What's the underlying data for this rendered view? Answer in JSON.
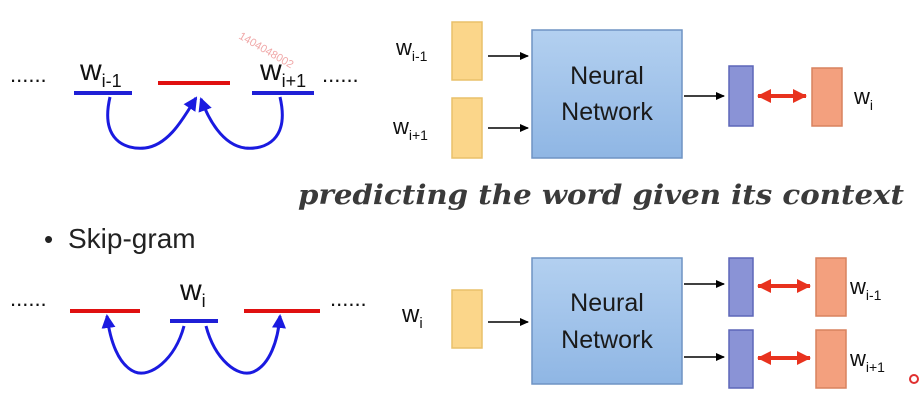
{
  "cbow": {
    "dots_left": "......",
    "dots_right": "......",
    "word_prev": {
      "base": "w",
      "sub": "i-1"
    },
    "word_next": {
      "base": "w",
      "sub": "i+1"
    },
    "input_prev": {
      "base": "w",
      "sub": "i-1"
    },
    "input_next": {
      "base": "w",
      "sub": "i+1"
    },
    "nn_line1": "Neural",
    "nn_line2": "Network",
    "output_word": {
      "base": "w",
      "sub": "i"
    }
  },
  "caption": "predicting the word given its context",
  "skipgram": {
    "bullet": "•",
    "title": "Skip-gram",
    "dots_left": "......",
    "dots_right": "......",
    "center_word": {
      "base": "w",
      "sub": "i"
    },
    "input_word": {
      "base": "w",
      "sub": "i"
    },
    "nn_line1": "Neural",
    "nn_line2": "Network",
    "out_prev": {
      "base": "w",
      "sub": "i-1"
    },
    "out_next": {
      "base": "w",
      "sub": "i+1"
    }
  },
  "watermark": "1404048002",
  "colors": {
    "blue_line": "#1f1fd6",
    "red_line": "#e01010",
    "arrow_blue": "#1a1ae0",
    "nn_fill": "#9fc2ea",
    "nn_stroke": "#6f93c4",
    "yellow_fill": "#fbd68a",
    "yellow_stroke": "#e9c06a",
    "purple_fill": "#8a93d6",
    "purple_stroke": "#5d66b8",
    "salmon_fill": "#f3a07e",
    "salmon_stroke": "#d8825f",
    "red_arrow": "#e8321e"
  }
}
